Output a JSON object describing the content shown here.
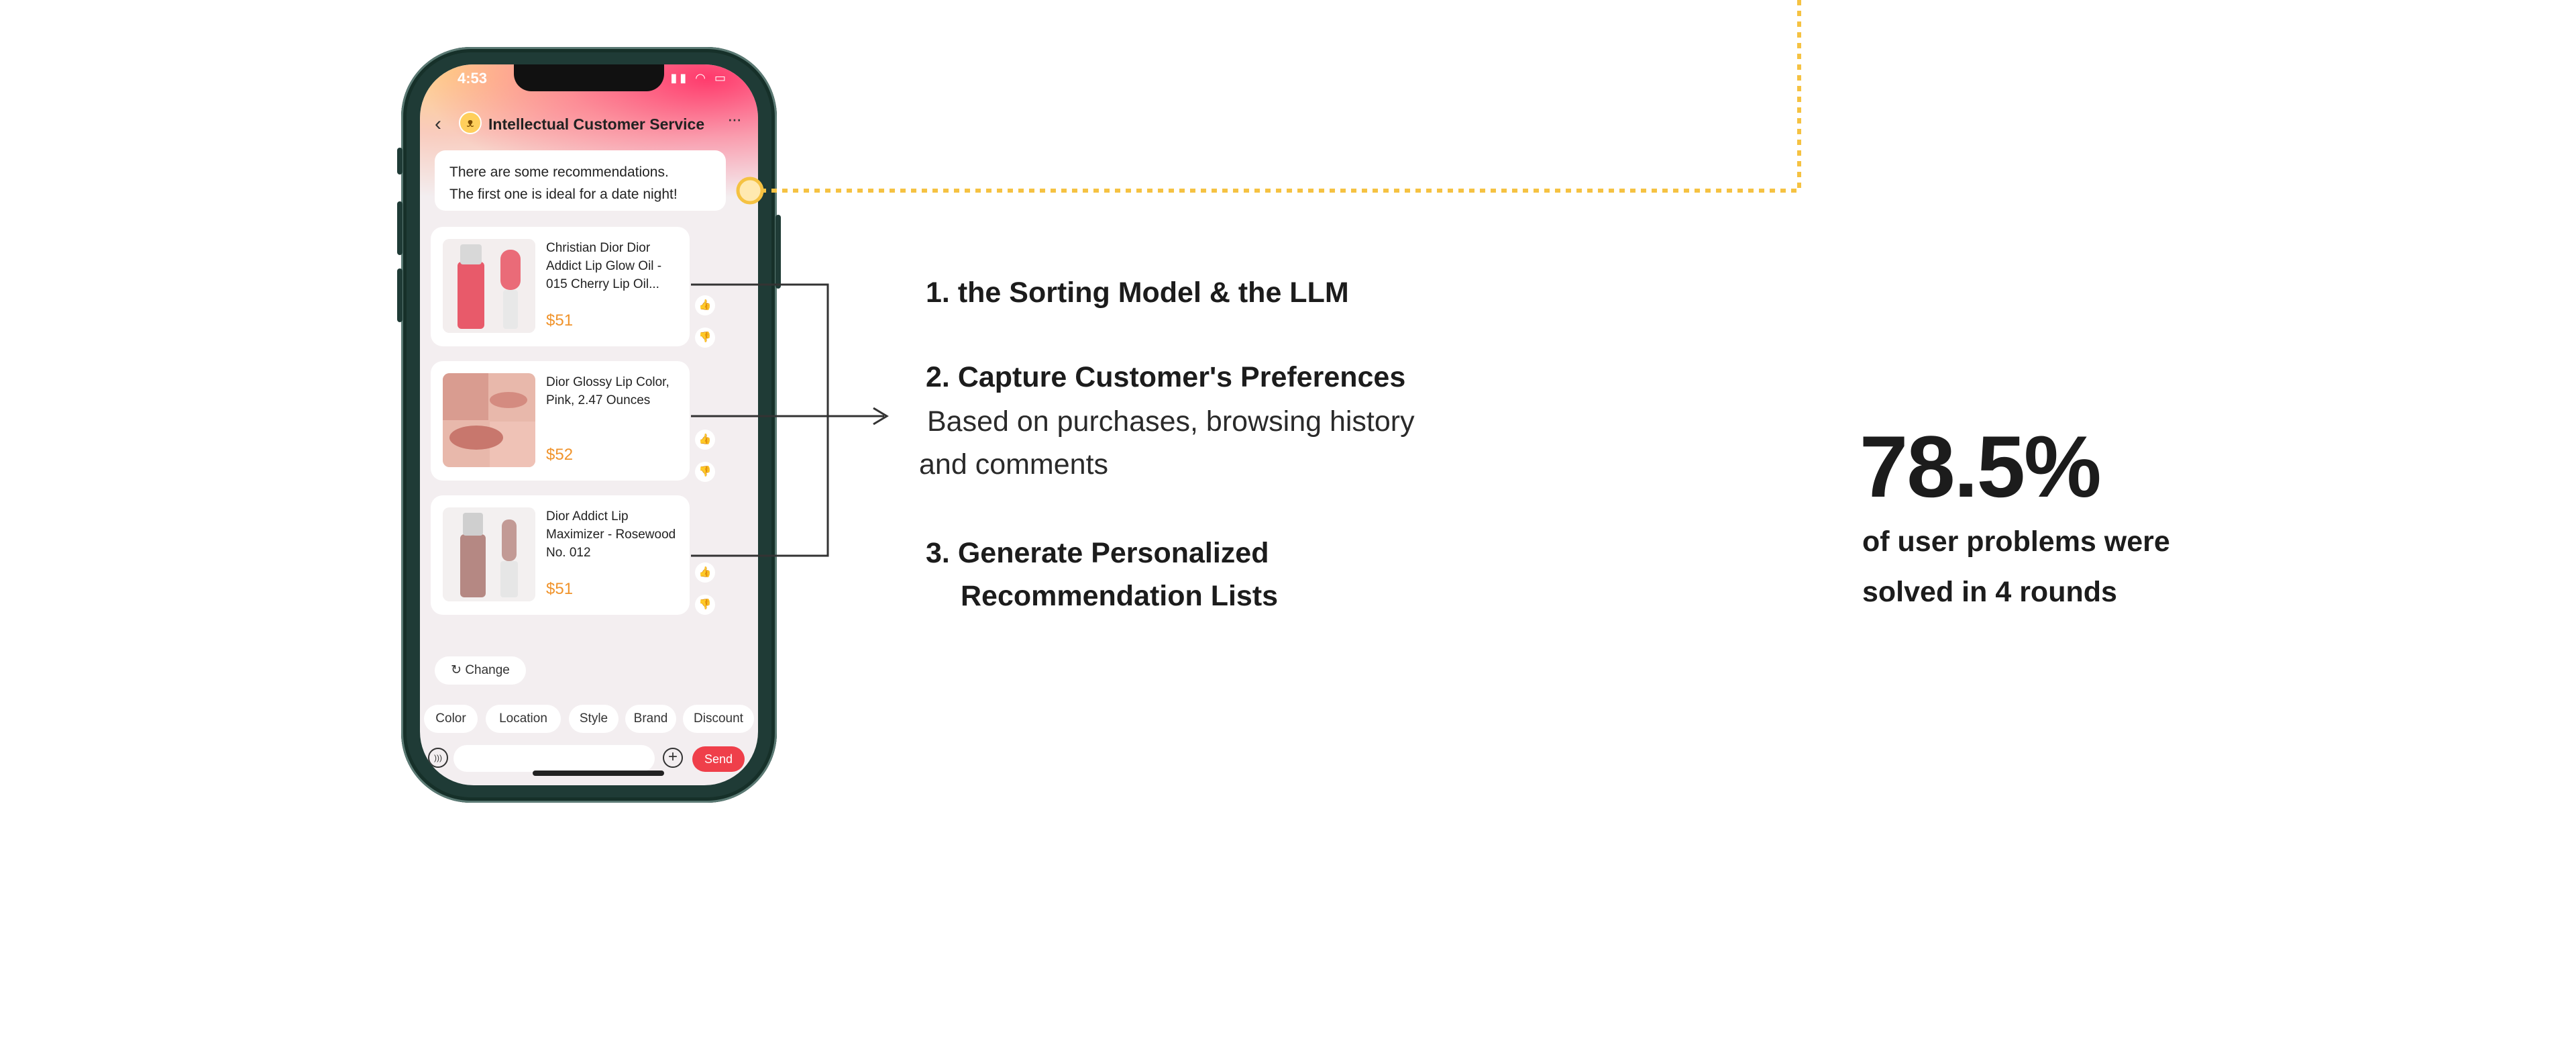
{
  "phone": {
    "status_time": "4:53",
    "header_title": "Intellectual Customer Service",
    "bot_message_line1": "There are some recommendations.",
    "bot_message_line2": "The first one is ideal for a date night!",
    "products": [
      {
        "name": "Christian Dior Dior Addict Lip Glow Oil - 015 Cherry Lip Oil...",
        "price": "$51"
      },
      {
        "name": "Dior Glossy Lip Color, Pink, 2.47 Ounces",
        "price": "$52"
      },
      {
        "name": "Dior Addict Lip Maximizer - Rosewood No. 012",
        "price": "$51"
      }
    ],
    "change_label": "Change",
    "chips": [
      "Color",
      "Location",
      "Style",
      "Brand",
      "Discount"
    ],
    "send_label": "Send"
  },
  "steps": [
    {
      "num": "1.",
      "title": "the Sorting Model & the LLM"
    },
    {
      "num": "2.",
      "title": "Capture Customer's Preferences",
      "sub_line1": "Based on purchases, browsing history",
      "sub_line2": "and comments"
    },
    {
      "num": "3.",
      "title_line1": "Generate Personalized",
      "title_line2": "Recommendation Lists"
    }
  ],
  "stat": {
    "value": "78.5%",
    "caption_line1": "of user problems were",
    "caption_line2": "solved in 4 rounds"
  },
  "colors": {
    "accent_orange": "#f0932b",
    "send_red": "#ef3f4a",
    "dotted_line": "#f5c242",
    "phone_frame": "#1f3b36"
  }
}
